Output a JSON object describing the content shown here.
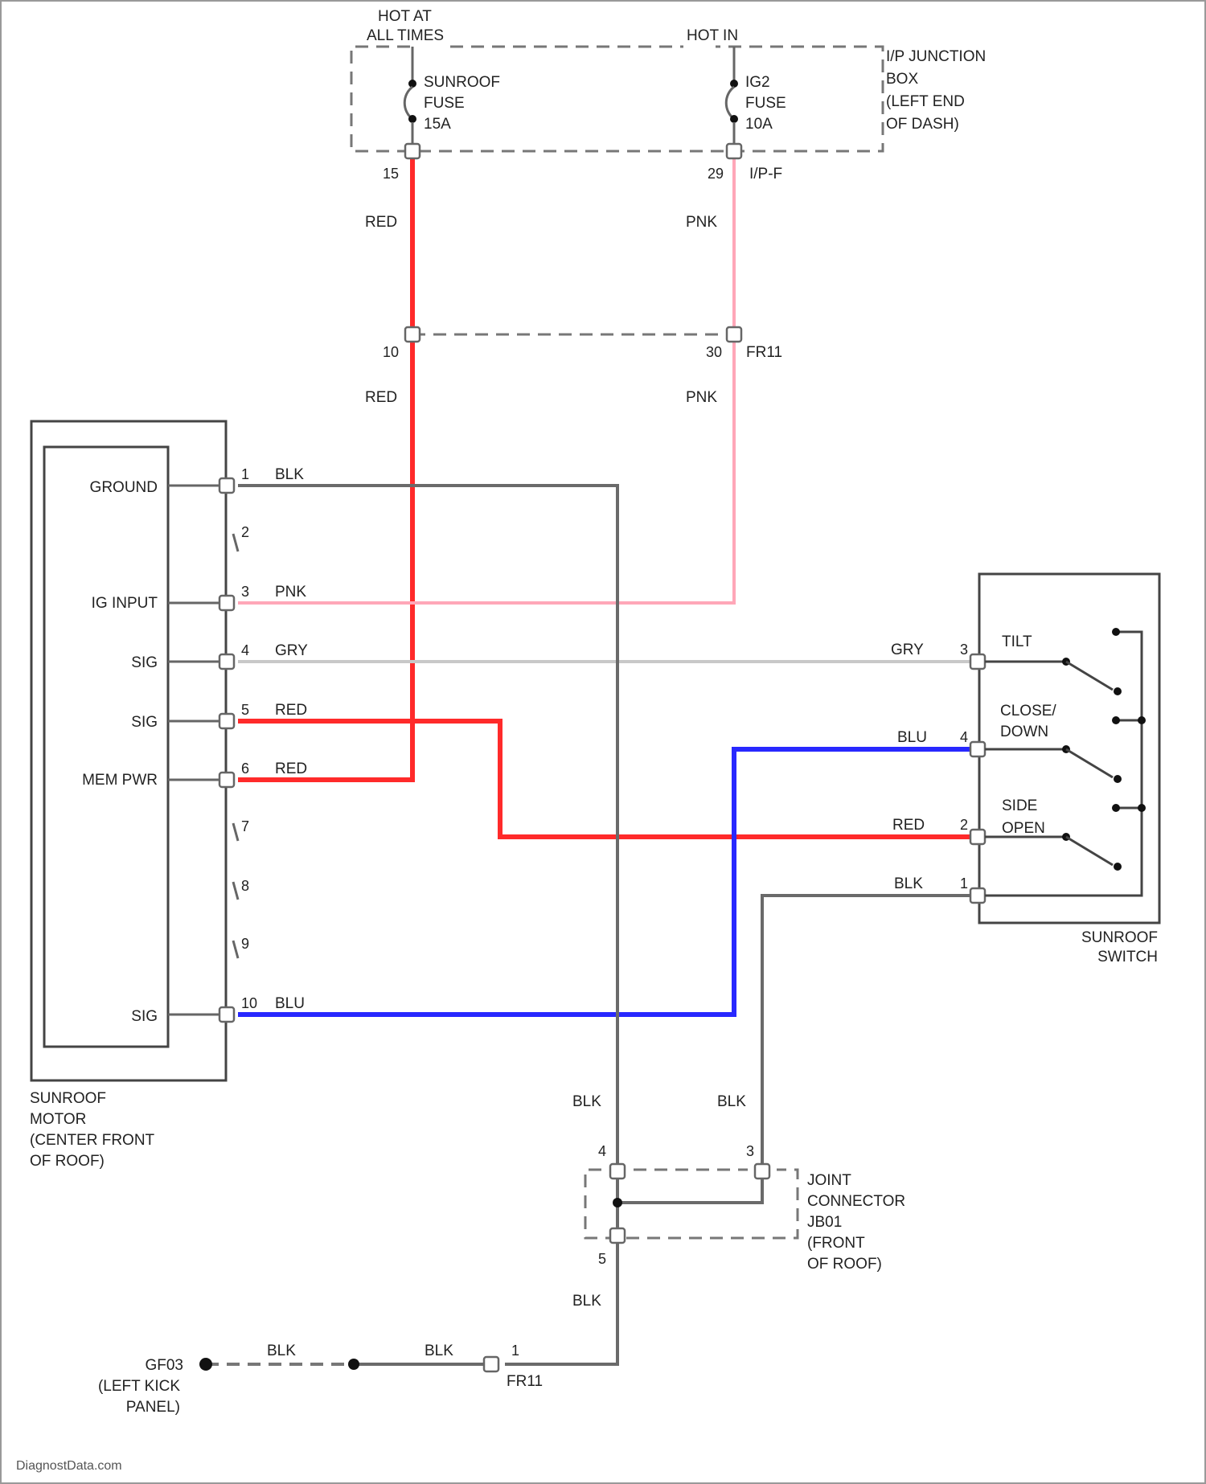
{
  "power": {
    "hot_left": [
      "HOT AT",
      "ALL TIMES"
    ],
    "hot_right": "HOT IN",
    "fuse_left": [
      "SUNROOF",
      "FUSE",
      "15A"
    ],
    "fuse_right": [
      "IG2",
      "FUSE",
      "10A"
    ],
    "junction_box": [
      "I/P JUNCTION",
      "BOX",
      "(LEFT END",
      "OF DASH)"
    ],
    "pin_left_top": "15",
    "pin_right_top": "29",
    "connector_top": "I/P-F",
    "wire_left_color": "RED",
    "wire_right_color": "PNK",
    "pin_left_mid": "10",
    "pin_right_mid": "30",
    "connector_mid": "FR11"
  },
  "motor": {
    "label": [
      "SUNROOF",
      "MOTOR",
      "(CENTER FRONT",
      "OF ROOF)"
    ],
    "internal": {
      "ground": "GROUND",
      "ig_input": "IG INPUT",
      "sig_4": "SIG",
      "sig_5": "SIG",
      "mem_pwr": "MEM PWR",
      "sig_10": "SIG"
    },
    "pins": [
      "1",
      "2",
      "3",
      "4",
      "5",
      "6",
      "7",
      "8",
      "9",
      "10"
    ],
    "wire_colors": {
      "p1": "BLK",
      "p3": "PNK",
      "p4": "GRY",
      "p5": "RED",
      "p6": "RED",
      "p10": "BLU"
    }
  },
  "switch": {
    "label": [
      "SUNROOF",
      "SWITCH"
    ],
    "positions": [
      "TILT",
      "CLOSE/",
      "DOWN",
      "SIDE",
      "OPEN"
    ],
    "pins": [
      "3",
      "4",
      "2",
      "1"
    ],
    "wire_colors": [
      "GRY",
      "BLU",
      "RED",
      "BLK"
    ]
  },
  "joint": {
    "label": [
      "JOINT",
      "CONNECTOR",
      "JB01",
      "(FRONT",
      "OF ROOF)"
    ],
    "pin_4": "4",
    "pin_3": "3",
    "pin_5": "5",
    "wire_left": "BLK",
    "wire_right": "BLK",
    "wire_bottom": "BLK"
  },
  "ground": {
    "label": [
      "GF03",
      "(LEFT KICK",
      "PANEL)"
    ],
    "wire_1": "BLK",
    "wire_2": "BLK",
    "pin": "1",
    "connector": "FR11"
  },
  "watermark": "DiagnostData.com",
  "colors": {
    "red": "#ff2a2a",
    "pink": "#ffa7b8",
    "blue": "#2828ff",
    "gray": "#c8c8c8",
    "black_wire": "#6a6a6a"
  }
}
